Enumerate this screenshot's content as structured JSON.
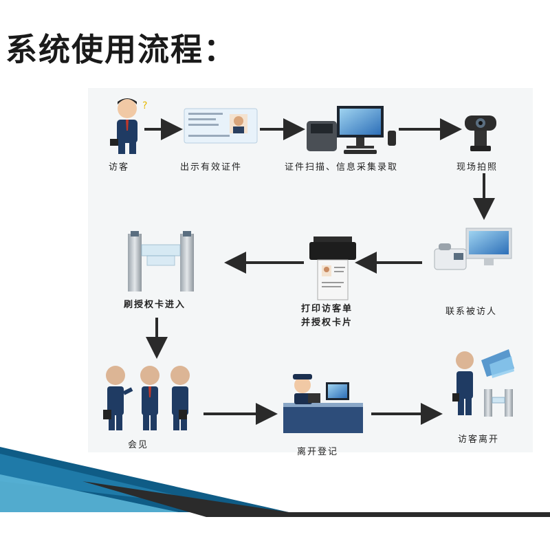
{
  "title": "系统使用流程：",
  "steps": {
    "visitor": "访客",
    "show_id": "出示有效证件",
    "scan": "证件扫描、信息采集录取",
    "photo": "现场拍照",
    "contact": "联系被访人",
    "print_line1": "打印访客单",
    "print_line2": "并授权卡片",
    "swipe": "刷授权卡进入",
    "meet": "会见",
    "checkout": "离开登记",
    "leave": "访客离开"
  },
  "colors": {
    "arrow": "#2a2a2a",
    "suit": "#1f3b63",
    "accent_blue": "#2d6fb8",
    "stripe_dark": "#0f5c86",
    "stripe_light": "#5ab4d6"
  }
}
